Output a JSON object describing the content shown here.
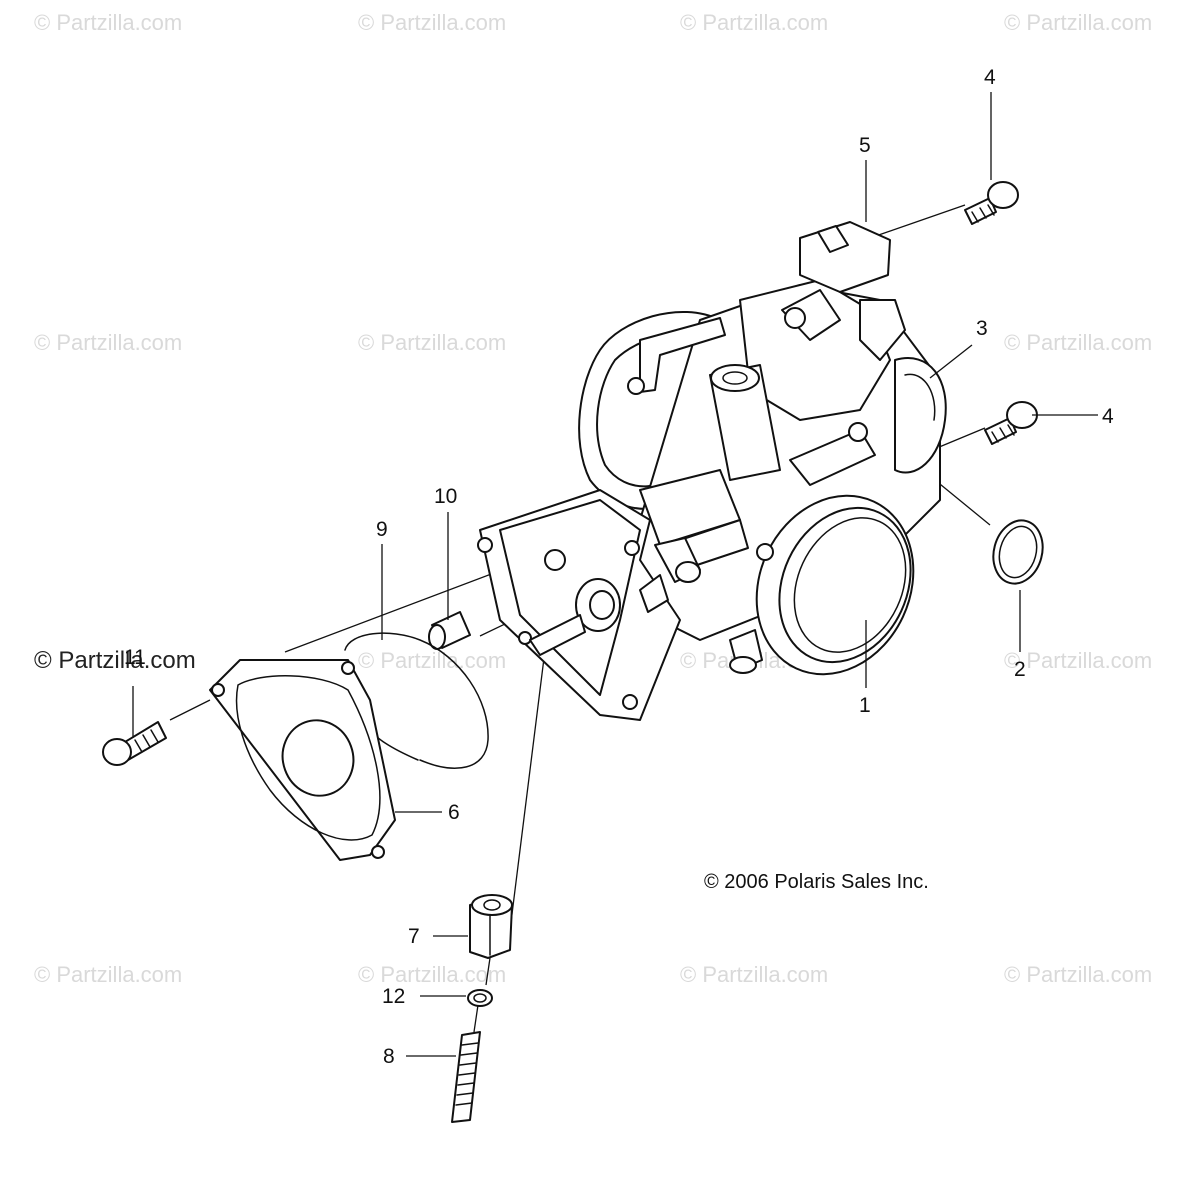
{
  "watermark": {
    "text": "© Partzilla.com"
  },
  "copyright": "© 2006 Polaris Sales Inc.",
  "callouts": [
    {
      "id": "1",
      "label": "1"
    },
    {
      "id": "2",
      "label": "2"
    },
    {
      "id": "3",
      "label": "3"
    },
    {
      "id": "4a",
      "label": "4"
    },
    {
      "id": "4b",
      "label": "4"
    },
    {
      "id": "5",
      "label": "5"
    },
    {
      "id": "6",
      "label": "6"
    },
    {
      "id": "7",
      "label": "7"
    },
    {
      "id": "8",
      "label": "8"
    },
    {
      "id": "9",
      "label": "9"
    },
    {
      "id": "10",
      "label": "10"
    },
    {
      "id": "11",
      "label": "11"
    },
    {
      "id": "12",
      "label": "12"
    }
  ]
}
